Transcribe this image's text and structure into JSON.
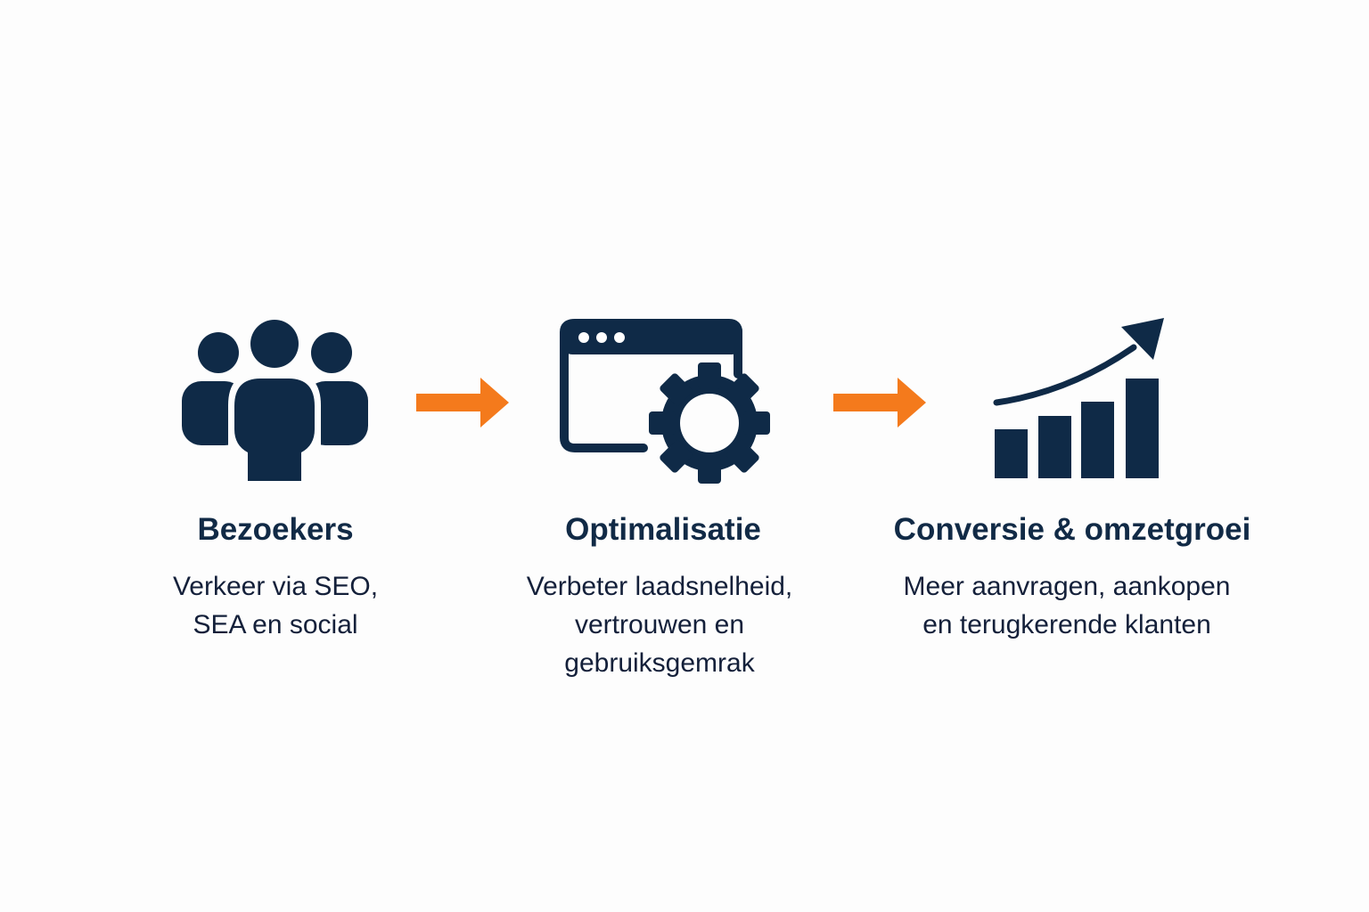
{
  "colors": {
    "navy": "#0f2a47",
    "orange": "#f47a1c"
  },
  "steps": [
    {
      "icon": "people-icon",
      "title": "Bezoekers",
      "lines": [
        "Verkeer via SEO,",
        "SEA en social"
      ]
    },
    {
      "icon": "browser-gear-icon",
      "title": "Optimalisatie",
      "lines": [
        "Verbeter laadsnelheid,",
        "vertrouwen en",
        "gebruiksgemrak"
      ]
    },
    {
      "icon": "growth-chart-icon",
      "title": "Conversie & omzetgroei",
      "lines": [
        "Meer aanvragen, aankopen",
        "en terugkerende klanten"
      ]
    }
  ]
}
